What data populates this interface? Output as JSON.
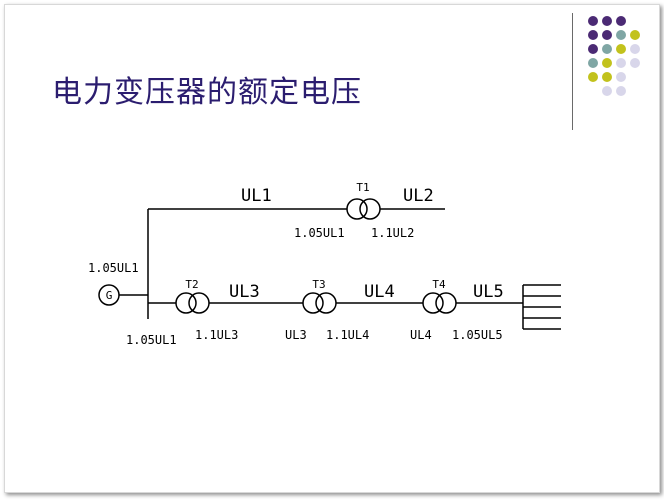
{
  "slide": {
    "title": "电力变压器的额定电压",
    "title_color": "#2b1d6f"
  },
  "decoration": {
    "dot_colors": {
      "purple": "#4b2a74",
      "teal": "#7fa6a4",
      "yellow": "#c2c21c",
      "lavender": "#d8d6ea"
    }
  },
  "diagram": {
    "generator_symbol": "G",
    "upper_line": {
      "transformer_name": "T1",
      "line_left": "UL1",
      "line_right": "UL2",
      "primary_voltage": "1.05UL1",
      "secondary_voltage": "1.1UL2"
    },
    "generator_voltage_top": "1.05UL1",
    "lower_line": {
      "t2_name": "T2",
      "t3_name": "T3",
      "t4_name": "T4",
      "line_3": "UL3",
      "line_4": "UL4",
      "line_5": "UL5",
      "t2_primary": "1.05UL1",
      "t2_secondary": "1.1UL3",
      "t3_primary": "UL3",
      "t3_secondary": "1.1UL4",
      "t4_primary": "UL4",
      "t4_secondary": "1.05UL5"
    }
  }
}
